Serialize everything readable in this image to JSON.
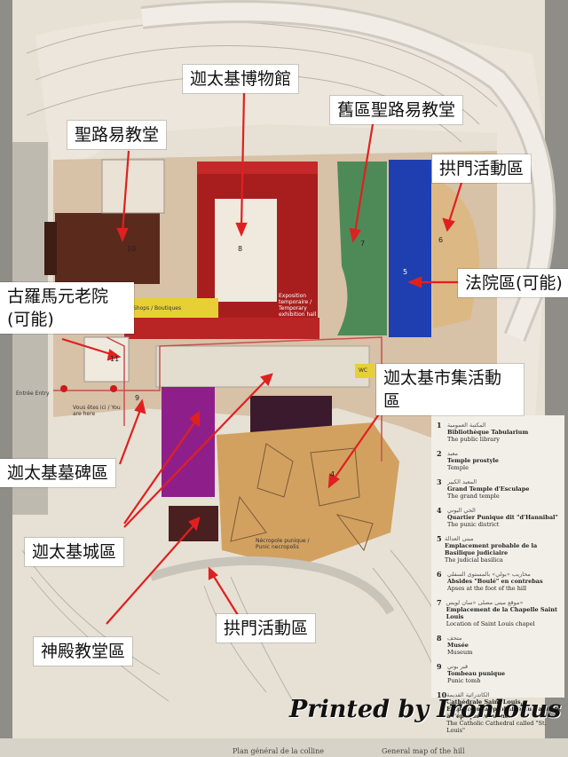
{
  "labels": {
    "carthage_museum": "迦太基博物館",
    "old_st_louis": "舊區聖路易教堂",
    "st_louis": "聖路易教堂",
    "arch_area_top": "拱門活動區",
    "court_area": "法院區(可能)",
    "roman_senate": "古羅馬元老院(可能)",
    "market_area": "迦太基市集活動區",
    "stele_area": "迦太基墓碑區",
    "city_area": "迦太基城區",
    "temple_church": "神殿教堂區",
    "arch_area_bottom": "拱門活動區"
  },
  "watermark": "Printed by Ironlotus",
  "legend": [
    {
      "num": "1",
      "ar": "المكتبة العمومية",
      "fr": "Bibliothèque Tabularium",
      "en": "The public library"
    },
    {
      "num": "2",
      "ar": "معبد",
      "fr": "Temple prostyle",
      "en": "Temple"
    },
    {
      "num": "3",
      "ar": "المعبد الكبير",
      "fr": "Grand Temple d'Esculape",
      "en": "The grand temple"
    },
    {
      "num": "4",
      "ar": "الحي البوني",
      "fr": "Quartier Punique dit \"d'Hannibal\"",
      "en": "The punic district"
    },
    {
      "num": "5",
      "ar": "مبنى العدالة",
      "fr": "Emplacement probable de la Basilique judiciaire",
      "en": "The judicial basilica"
    },
    {
      "num": "6",
      "ar": "محاريب «بولي» بالمستوى السفلي",
      "fr": "Absides \"Boulé\" en contrebas",
      "en": "Apses at the foot of the hill"
    },
    {
      "num": "7",
      "ar": "موقع مبنى مصلى «سان لويس»",
      "fr": "Emplacement de la Chapelle Saint Louis",
      "en": "Location of Saint Louis chapel"
    },
    {
      "num": "8",
      "ar": "متحف",
      "fr": "Musée",
      "en": "Museum"
    },
    {
      "num": "9",
      "ar": "قبر بوني",
      "fr": "Tombeau punique",
      "en": "Punic tomb"
    },
    {
      "num": "10",
      "ar": "الكاتدرائية القديمة",
      "fr": "Cathédrale Saint Louis, Emplacement probable du Capitole à l'époque romaine",
      "en": "The Catholic Cathedral called \"St. Louis\""
    }
  ],
  "map_marks": {
    "n8": "8",
    "n10": "10",
    "n7": "7",
    "n5": "5",
    "n6": "6",
    "n11": "11",
    "n9": "9",
    "n4": "4",
    "expo": "Exposition temporaire / Temporary exhibition hall",
    "shops": "Shops / Boutiques",
    "wc": "WC",
    "entry": "Entrée Entry",
    "you_are_here": "Vous êtes ici / You are here",
    "necropole": "Nécropole punique / Punic necropolis"
  },
  "bottom": {
    "plan_fr": "Plan général de la colline",
    "plan_en": "General map of the hill"
  },
  "colors": {
    "museum_red": "#a81e1e",
    "court_blue": "#1f3fb0",
    "garden_green": "#4e8a58",
    "cathedral_brown": "#5a2a1c",
    "temple_purple": "#8e1f8a",
    "punic_tan": "#d2a15f",
    "pointer_red": "#e02020"
  }
}
